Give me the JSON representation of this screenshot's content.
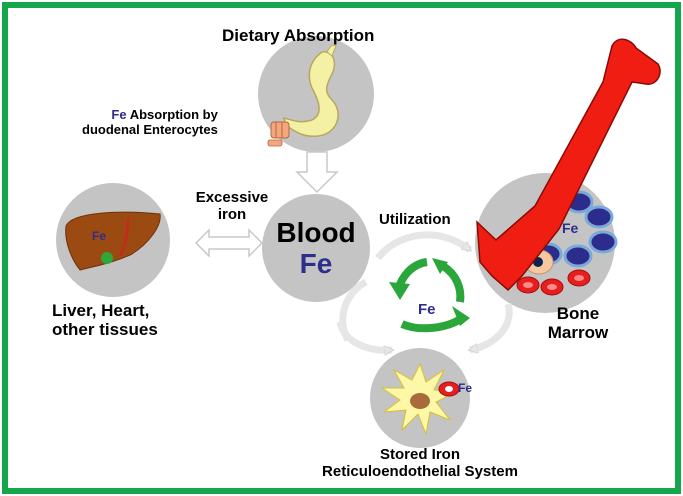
{
  "diagram": {
    "title": "Dietary Absorption",
    "absorption": {
      "element": "Fe",
      "text_line1": " Absorption by",
      "text_line2": "duodenal Enterocytes"
    },
    "blood": {
      "word": "Blood",
      "element": "Fe"
    },
    "excessive": {
      "line1": "Excessive",
      "line2": "iron"
    },
    "utilization": "Utilization",
    "liver": {
      "element": "Fe",
      "line1": "Liver, Heart,",
      "line2": "other tissues"
    },
    "marrow": {
      "element": "Fe",
      "line1": "Bone",
      "line2": "Marrow"
    },
    "cycle": {
      "element": "Fe"
    },
    "stored": {
      "element": "Fe",
      "line1": "Stored Iron",
      "line2": "Reticuloendothelial System"
    }
  },
  "colors": {
    "frame": "#13a64a",
    "node_fill": "#c4c4c4",
    "element_text": "#2e2e8c",
    "bone": "#f01e12",
    "liver": "#9b4a12",
    "recycle_arrow": "#2aa63a",
    "stomach": "#f4f0a4",
    "rbc": "#e61e1e",
    "precursor": "#2c2c8c"
  }
}
